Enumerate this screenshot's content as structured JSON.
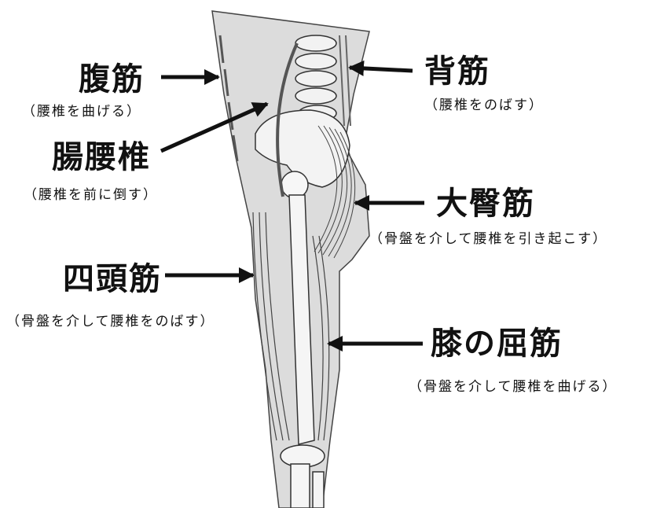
{
  "labels": {
    "abdominal": {
      "title": "腹筋",
      "desc": "（腰椎を曲げる）"
    },
    "back": {
      "title": "背筋",
      "desc": "（腰椎をのばす）"
    },
    "iliopsoas": {
      "title": "腸腰椎",
      "desc": "（腰椎を前に倒す）"
    },
    "gluteus": {
      "title": "大臀筋",
      "desc": "（骨盤を介して腰椎を引き起こす）"
    },
    "quadriceps": {
      "title": "四頭筋",
      "desc": "（骨盤を介して腰椎をのばす）"
    },
    "hamstrings": {
      "title": "膝の屈筋",
      "desc": "（骨盤を介して腰椎を曲げる）"
    }
  },
  "colors": {
    "ink": "#111111",
    "skin": "#dedede",
    "bone": "#f4f4f4",
    "line": "#333333"
  }
}
